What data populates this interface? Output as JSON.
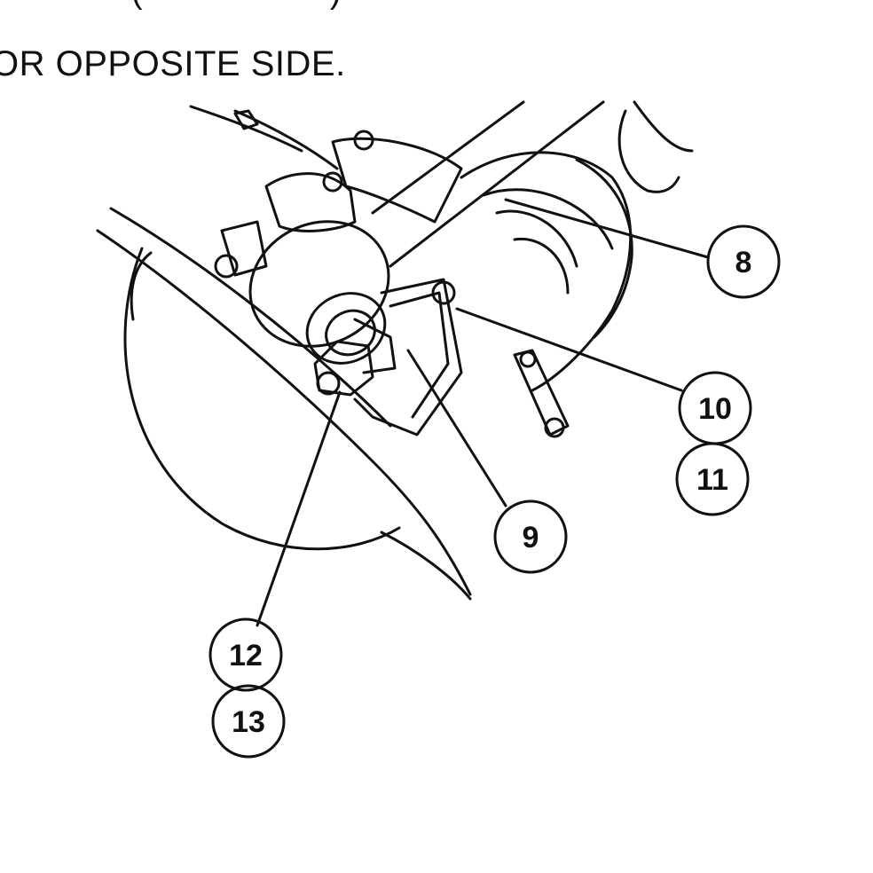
{
  "header": {
    "top_fragment": "(                    )",
    "instruction": "OR OPPOSITE SIDE."
  },
  "callouts": [
    {
      "id": "callout-8",
      "label": "8"
    },
    {
      "id": "callout-9",
      "label": "9"
    },
    {
      "id": "callout-10",
      "label": "10"
    },
    {
      "id": "callout-11",
      "label": "11"
    },
    {
      "id": "callout-12",
      "label": "12"
    },
    {
      "id": "callout-13",
      "label": "13"
    }
  ],
  "colors": {
    "line": "#111111",
    "background": "#ffffff"
  }
}
